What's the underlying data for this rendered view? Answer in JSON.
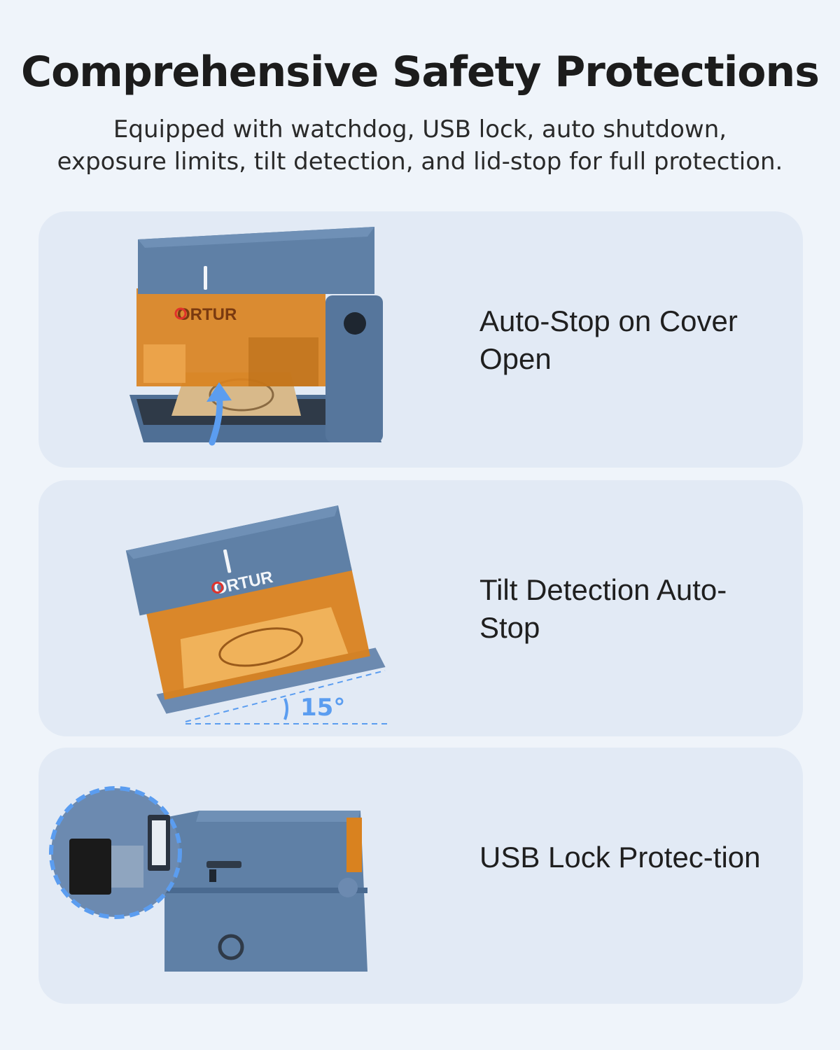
{
  "header": {
    "title": "Comprehensive Safety Protections",
    "subtitle": "Equipped with watchdog, USB lock, auto shutdown, exposure limits, tilt detection, and lid-stop for full protection."
  },
  "features": [
    {
      "label": "Auto-Stop on Cover Open",
      "brand": "ORTUR"
    },
    {
      "label": "Tilt Detection Auto-Stop",
      "brand": "ORTUR",
      "tilt_angle": "15°"
    },
    {
      "label": "USB Lock Protec-tion"
    }
  ],
  "colors": {
    "background": "#eff4fa",
    "card": "#e2eaf5",
    "device_body": "#5f80a6",
    "window_amber": "#d9821f",
    "accent_blue": "#5b9df0",
    "brand_red": "#e0322b"
  }
}
